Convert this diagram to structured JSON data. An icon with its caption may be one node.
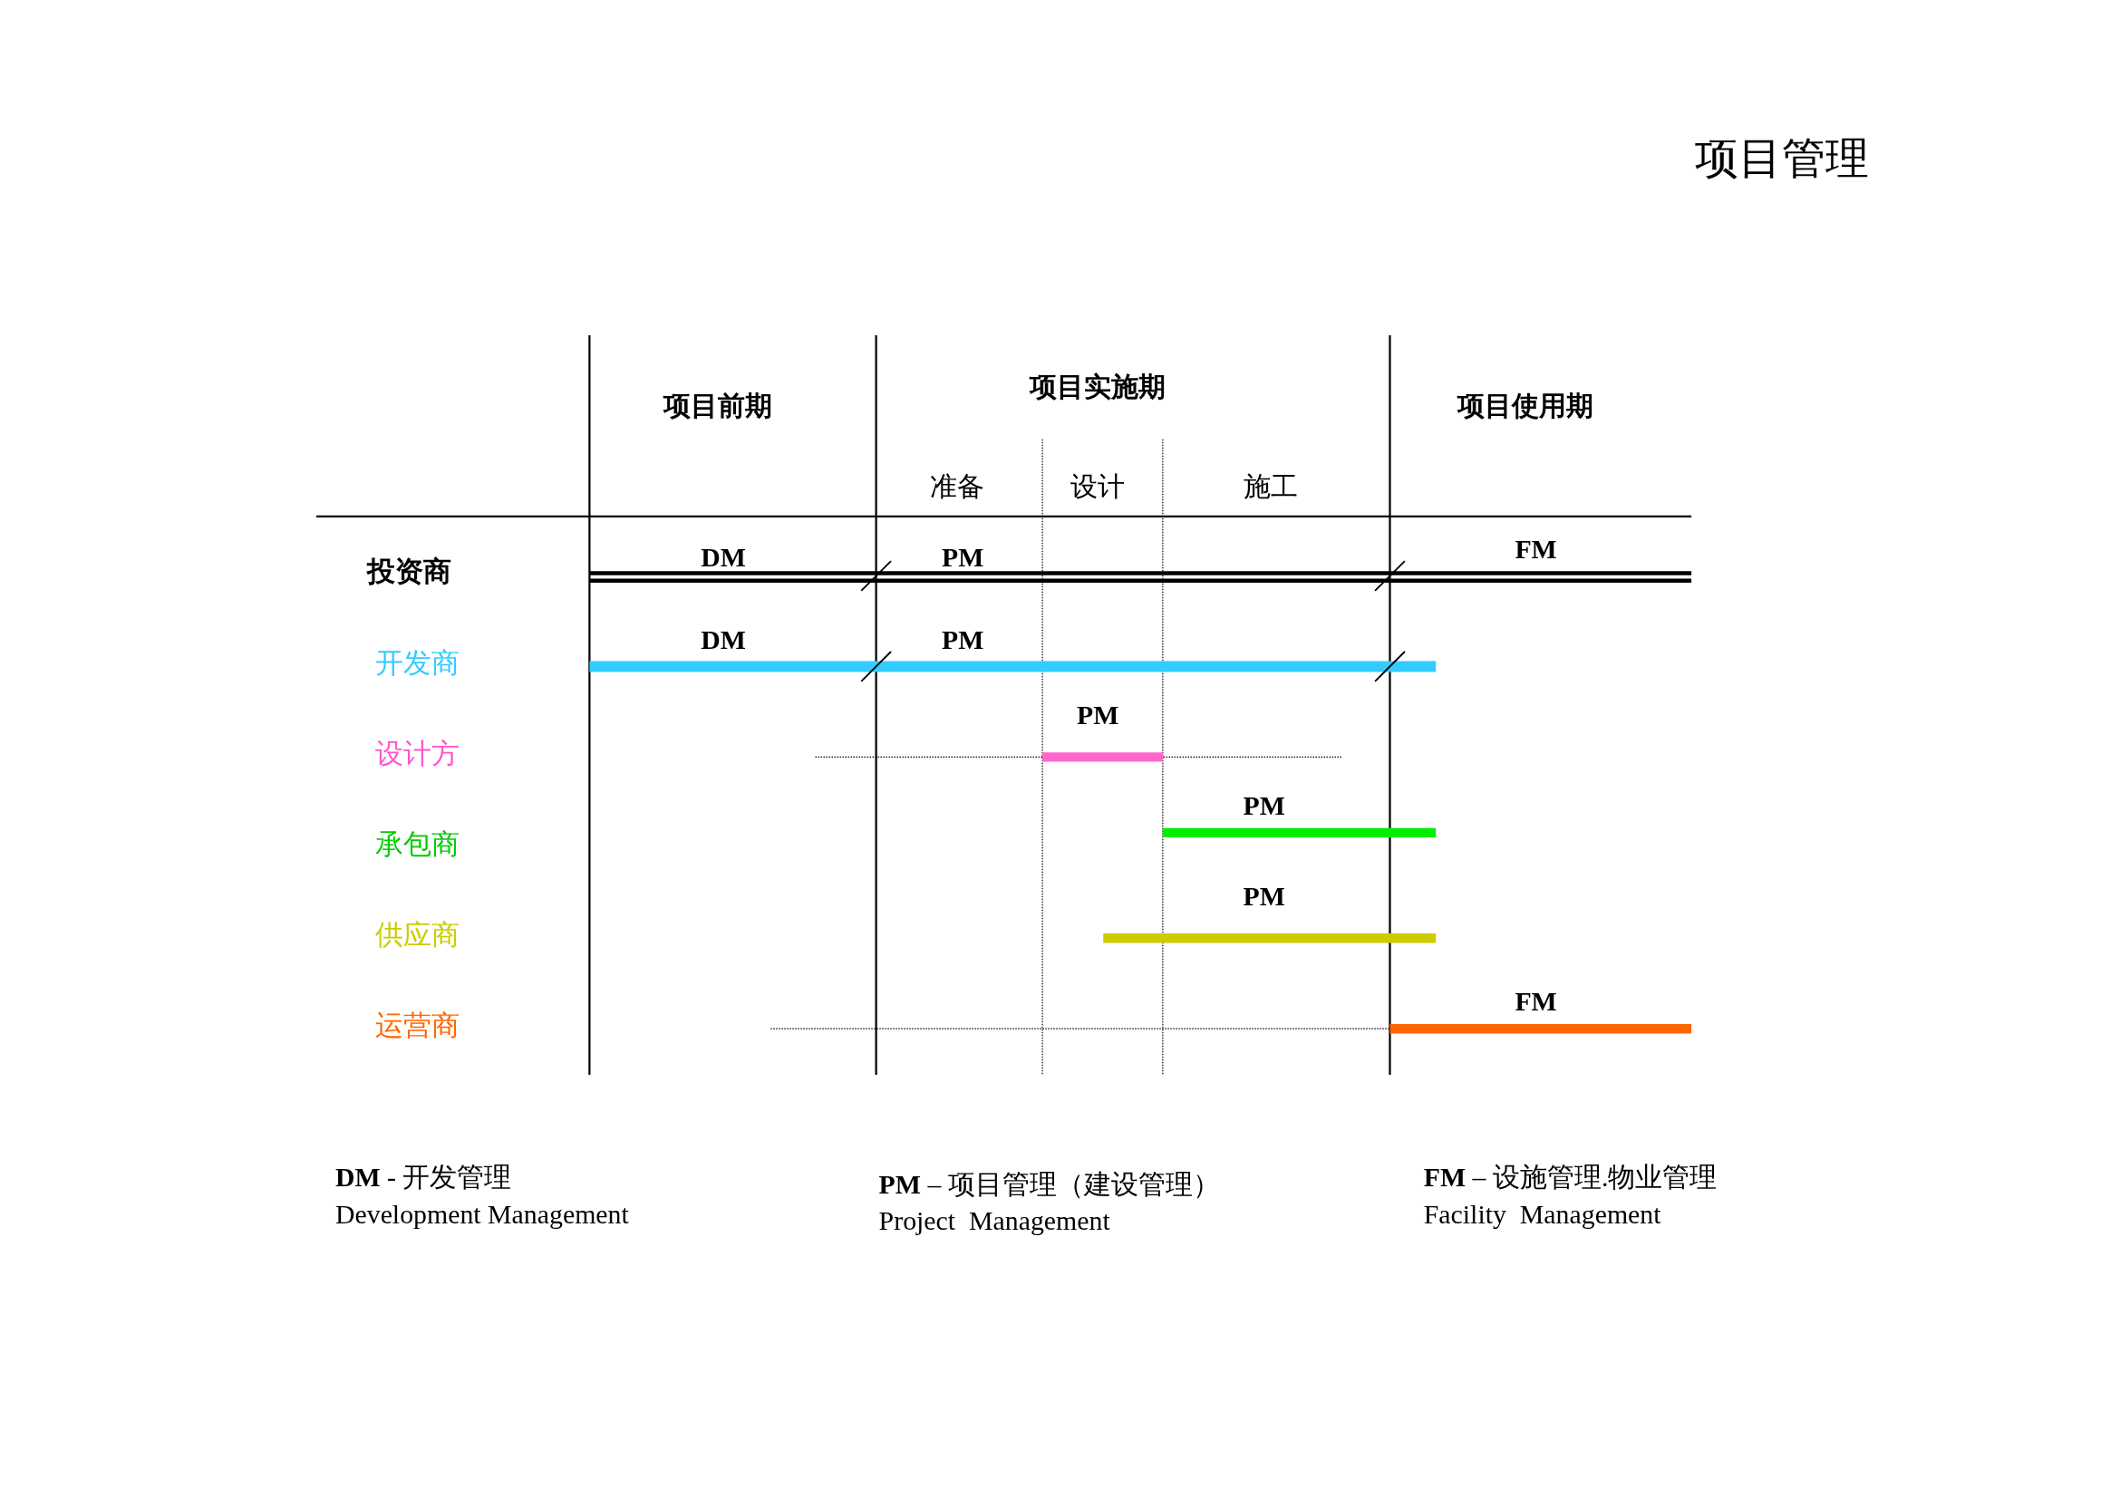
{
  "diagram": {
    "title": "项目管理",
    "labels": [
      "项目前期",
      "项目实施期",
      "项目使用期",
      "准备",
      "设计",
      "施工",
      "投资商",
      "DM",
      "PM",
      "FM",
      "开发商",
      "DM",
      "PM",
      "设计方",
      "PM",
      "承包商",
      "PM",
      "供应商",
      "PM",
      "运营商",
      "FM",
      "**DM** - 开发管理",
      "Development Management",
      "**PM** – 项目管理（建设管理）",
      "Project  Management",
      "**FM** – 设施管理.物业管理",
      "Facility  Management"
    ]
  }
}
